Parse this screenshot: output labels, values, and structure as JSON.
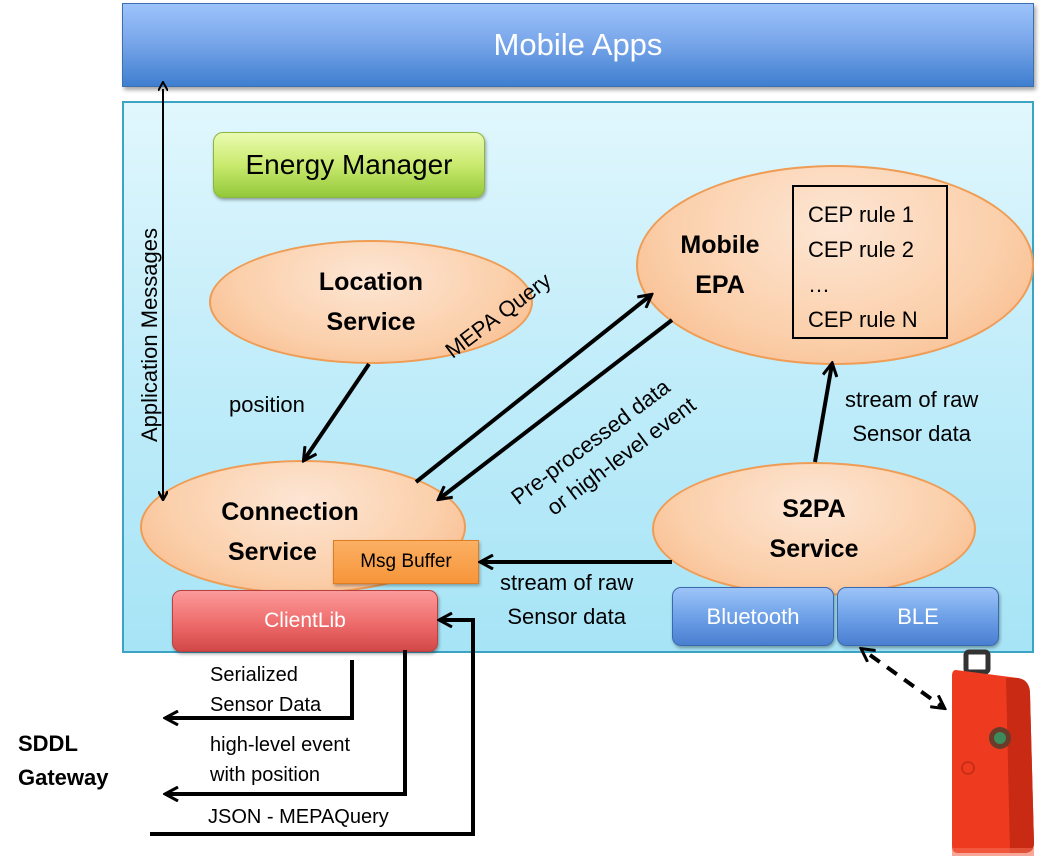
{
  "diagram": {
    "mobile_apps": "Mobile Apps",
    "application_messages": "Application Messages",
    "energy_manager": "Energy Manager",
    "location_service": [
      "Location",
      "Service"
    ],
    "mobile_epa": [
      "Mobile",
      "EPA"
    ],
    "cep_rules": [
      "CEP rule 1",
      "CEP rule 2",
      "…",
      "CEP rule N"
    ],
    "connection_service": [
      "Connection",
      "Service"
    ],
    "msg_buffer": "Msg Buffer",
    "s2pa_service": [
      "S2PA",
      "Service"
    ],
    "client_lib": "ClientLib",
    "bluetooth": "Bluetooth",
    "ble": "BLE",
    "sddl_gateway": [
      "SDDL",
      "Gateway"
    ],
    "edges": {
      "position": "position",
      "mepa_query": "MEPA Query",
      "preprocessed": [
        "Pre-processed data",
        "or high-level event"
      ],
      "raw_to_epa": [
        "stream of raw",
        "Sensor data"
      ],
      "raw_to_buffer": [
        "stream of raw",
        "Sensor data"
      ],
      "serialized": [
        "Serialized",
        "Sensor Data"
      ],
      "high_level": [
        "high-level event",
        "with position"
      ],
      "json_query": "JSON - MEPAQuery"
    },
    "device_image": "red-sensor-tag-device"
  }
}
